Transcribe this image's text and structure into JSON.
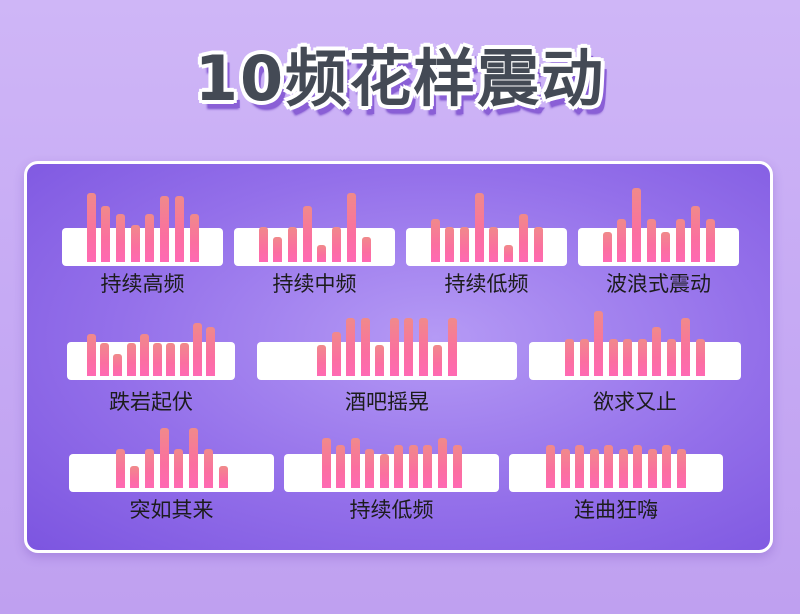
{
  "title": "10频花样震动",
  "colors": {
    "bar_top": "#f08a8a",
    "bar_bottom": "#ff69b4",
    "panel": "#9470ea",
    "title_shadow": "#8a5fd6"
  },
  "modes": [
    {
      "label": "持续高频",
      "bars": [
        0.88,
        0.72,
        0.62,
        0.48,
        0.62,
        0.85,
        0.85,
        0.62
      ]
    },
    {
      "label": "持续中频",
      "bars": [
        0.45,
        0.32,
        0.45,
        0.72,
        0.22,
        0.45,
        0.88,
        0.32
      ]
    },
    {
      "label": "持续低频",
      "bars": [
        0.55,
        0.45,
        0.45,
        0.88,
        0.45,
        0.22,
        0.62,
        0.45
      ]
    },
    {
      "label": "波浪式震动",
      "bars": [
        0.38,
        0.55,
        0.95,
        0.55,
        0.38,
        0.55,
        0.72,
        0.55
      ]
    },
    {
      "label": "跌岩起伏",
      "bars": [
        0.62,
        0.48,
        0.32,
        0.48,
        0.62,
        0.48,
        0.48,
        0.48,
        0.78,
        0.72
      ]
    },
    {
      "label": "酒吧摇晃",
      "bars": [
        0.45,
        0.65,
        0.85,
        0.85,
        0.45,
        0.85,
        0.85,
        0.85,
        0.45,
        0.85
      ]
    },
    {
      "label": "欲求又止",
      "bars": [
        0.55,
        0.55,
        0.95,
        0.55,
        0.55,
        0.55,
        0.72,
        0.55,
        0.85,
        0.55
      ]
    },
    {
      "label": "突如其来",
      "bars": [
        0.55,
        0.32,
        0.55,
        0.85,
        0.55,
        0.85,
        0.55,
        0.32
      ]
    },
    {
      "label": "持续低频",
      "bars": [
        0.72,
        0.62,
        0.72,
        0.55,
        0.48,
        0.62,
        0.62,
        0.62,
        0.72,
        0.62
      ]
    },
    {
      "label": "连曲狂嗨",
      "bars": [
        0.62,
        0.55,
        0.62,
        0.55,
        0.62,
        0.55,
        0.62,
        0.55,
        0.62,
        0.55
      ]
    }
  ]
}
